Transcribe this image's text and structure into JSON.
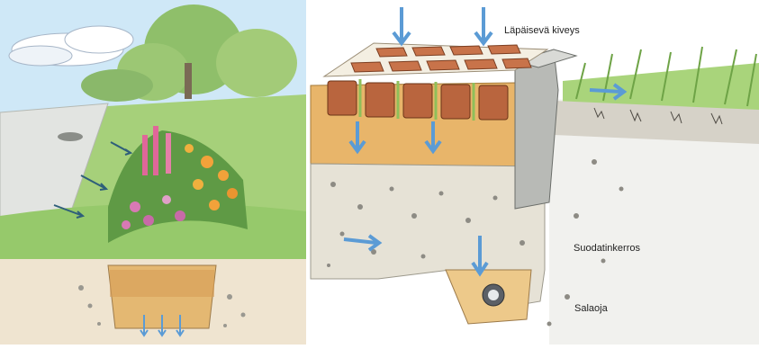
{
  "labels": {
    "permeable_paving": "Läpäisevä kiveys",
    "filter_layer": "Suodatinkerros",
    "drain_pipe": "Salaoja"
  },
  "colors": {
    "water_arrow": "#5b9bd5",
    "grass": "#9ccc65",
    "sky": "#cfe8f7",
    "paver": "#c8734a",
    "sand": "#e8b56a",
    "gravel": "#d8d2c4"
  },
  "icons": [
    "rain-arrow-icon",
    "runoff-arrow-icon",
    "infiltration-arrow-icon",
    "drain-pipe-icon"
  ]
}
